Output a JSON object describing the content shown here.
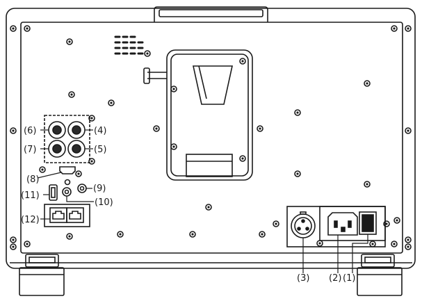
{
  "diagram": {
    "labels": [
      "(1)",
      "(2)",
      "(3)",
      "(4)",
      "(5)",
      "(6)",
      "(7)",
      "(8)",
      "(9)",
      "(10)",
      "(11)",
      "(12)"
    ],
    "colors": {
      "stroke": "#1a1a1a",
      "fill": "#ffffff",
      "connector_fill": "#2a2a2a"
    }
  }
}
